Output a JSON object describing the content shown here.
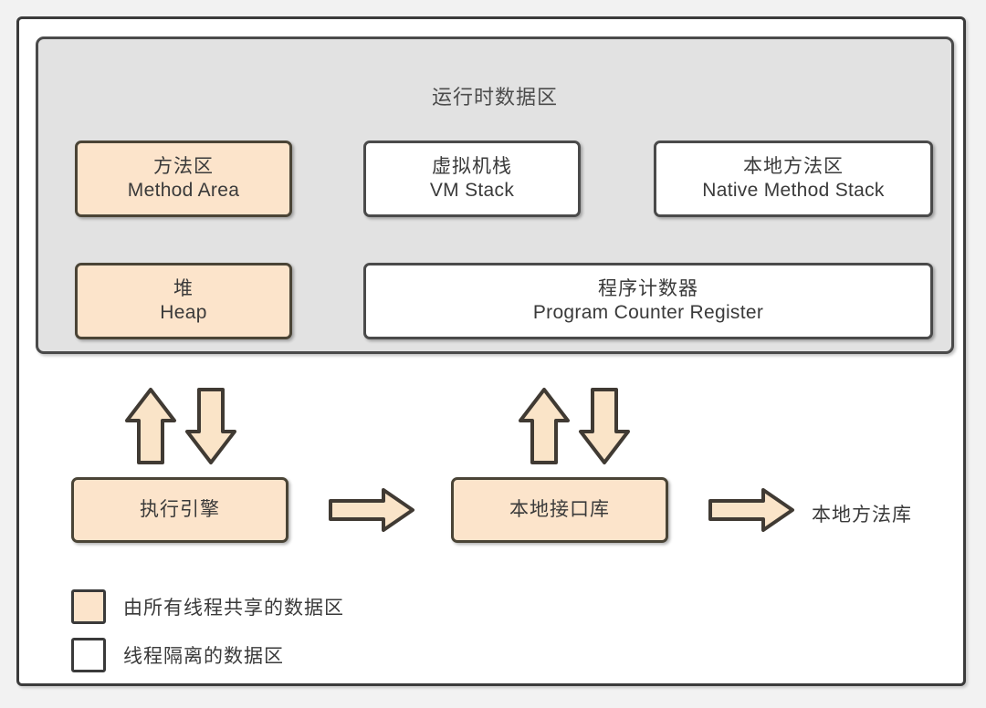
{
  "diagram": {
    "runtime_panel": {
      "title": "运行时数据区",
      "boxes": [
        {
          "id": "method-area",
          "cn": "方法区",
          "en": "Method Area",
          "type": "shared"
        },
        {
          "id": "vm-stack",
          "cn": "虚拟机栈",
          "en": "VM Stack",
          "type": "isolated"
        },
        {
          "id": "native-stack",
          "cn": "本地方法区",
          "en": "Native Method Stack",
          "type": "isolated"
        },
        {
          "id": "heap",
          "cn": "堆",
          "en": "Heap",
          "type": "shared"
        },
        {
          "id": "pc-register",
          "cn": "程序计数器",
          "en": "Program Counter Register",
          "type": "isolated"
        }
      ]
    },
    "bottom_row": {
      "exec_engine": "执行引擎",
      "native_interface": "本地接口库",
      "native_library": "本地方法库"
    },
    "legend": [
      {
        "swatch": "shared",
        "label": "由所有线程共享的数据区"
      },
      {
        "swatch": "isolated",
        "label": "线程隔离的数据区"
      }
    ],
    "arrows": {
      "up_icon": "arrow-up-icon",
      "down_icon": "arrow-down-icon",
      "right_icon": "arrow-right-icon"
    },
    "colors": {
      "shared_fill": "#FCE4CB",
      "isolated_fill": "#FFFFFF",
      "panel_fill": "#E2E2E2",
      "border": "#4A4A4A",
      "page_bg": "#F2F2F2",
      "text": "#3A3A3A"
    }
  }
}
